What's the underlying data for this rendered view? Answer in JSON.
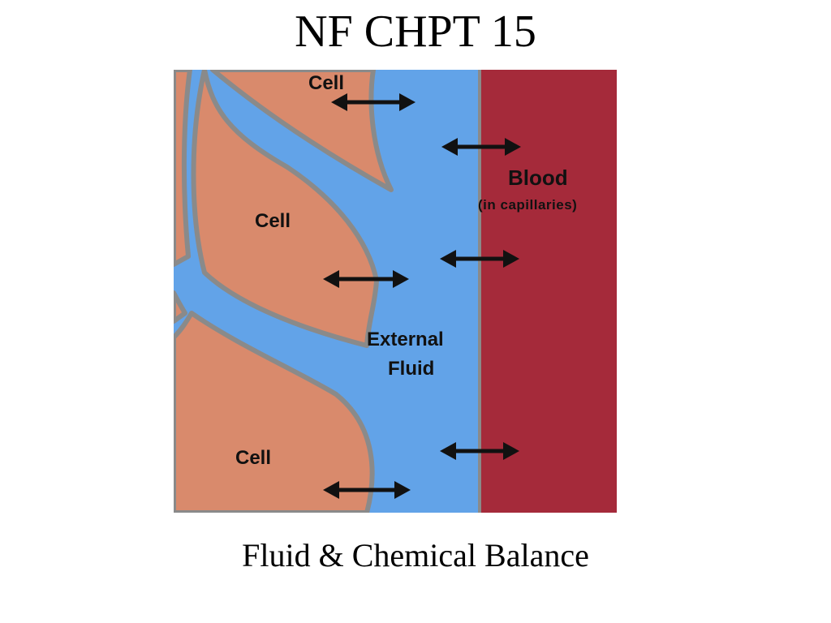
{
  "slide": {
    "title": "NF CHPT 15",
    "caption": "Fluid & Chemical Balance"
  },
  "diagram": {
    "labels": {
      "cell_top": "Cell",
      "cell_middle": "Cell",
      "cell_bottom": "Cell",
      "external_fluid_line1": "External",
      "external_fluid_line2": "Fluid",
      "blood": "Blood",
      "blood_note": "(in capillaries)"
    },
    "colors": {
      "cell_fill": "#d98a6c",
      "cell_membrane": "#8a8a8a",
      "external_fluid": "#62a3e8",
      "blood": "#a52a3a",
      "arrow": "#111111"
    }
  }
}
